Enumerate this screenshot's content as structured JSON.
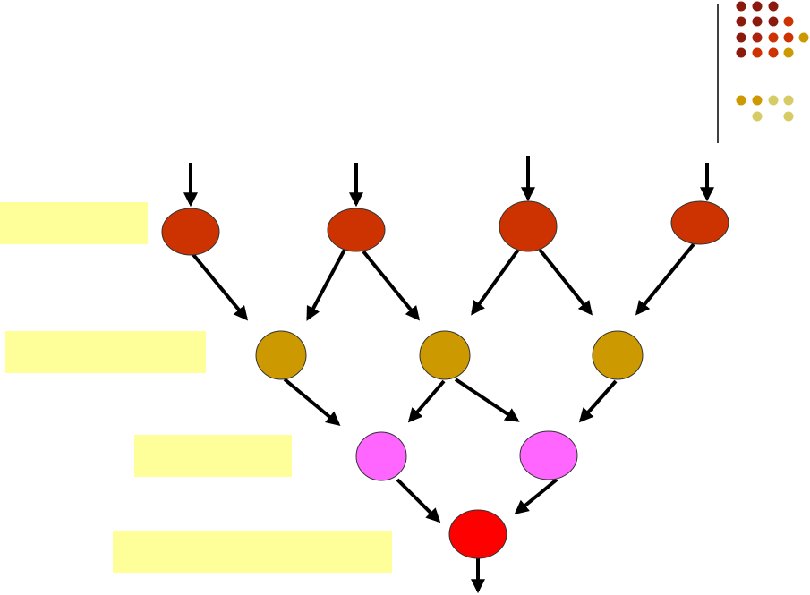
{
  "colors": {
    "arrow": "#000000",
    "label_fill": "#ffff99",
    "level_fills": [
      "#cc3300",
      "#cc9900",
      "#ff66ff",
      "#ff0000"
    ],
    "node_stroke": "#333333",
    "divider": "#000000",
    "deco_dots": [
      "#8b1a0e",
      "#a8240f",
      "#cc3300",
      "#cc9900",
      "#d6cc66"
    ]
  },
  "diagram": {
    "levels": [
      {
        "label": "",
        "nodes": 4
      },
      {
        "label": "",
        "nodes": 3
      },
      {
        "label": "",
        "nodes": 2
      },
      {
        "label": "",
        "nodes": 1
      }
    ],
    "input_arrows": 4,
    "output_arrows": 1
  }
}
